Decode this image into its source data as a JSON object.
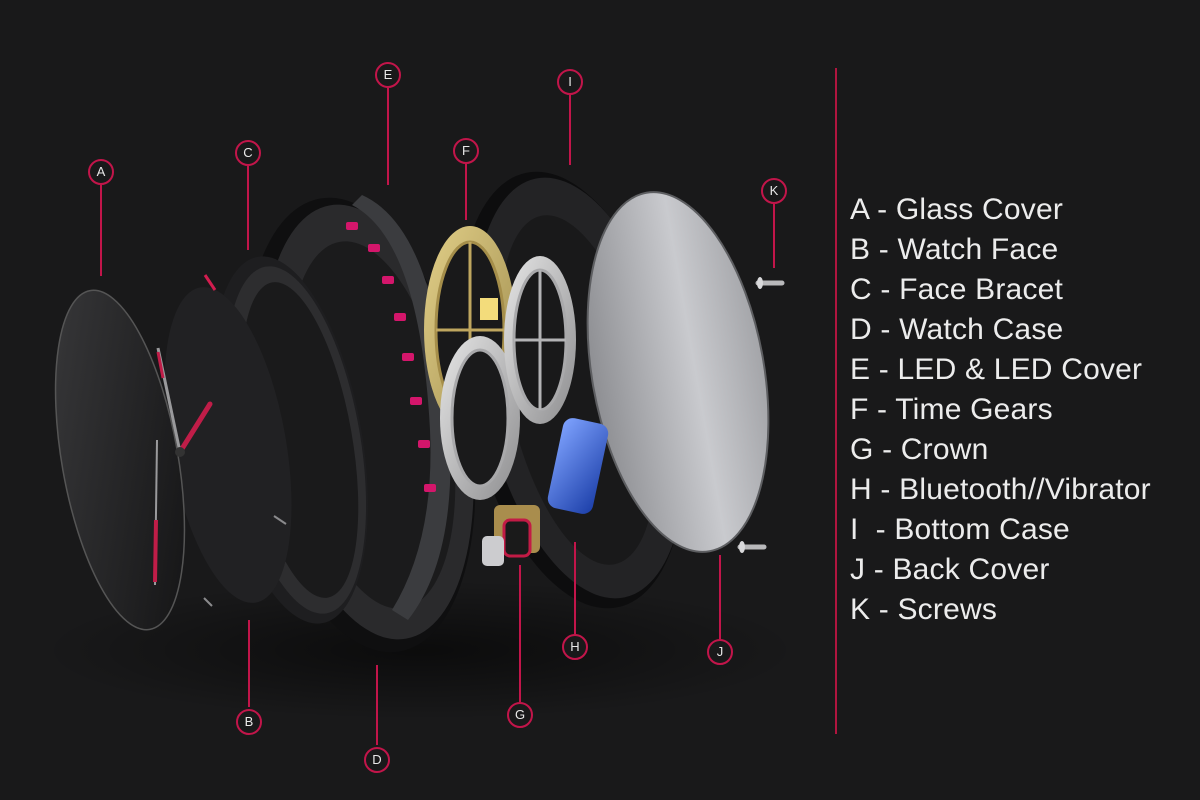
{
  "diagram": {
    "accent_color": "#c2154a",
    "background_color": "#19191a",
    "callouts": [
      {
        "id": "A",
        "label": "A"
      },
      {
        "id": "B",
        "label": "B"
      },
      {
        "id": "C",
        "label": "C"
      },
      {
        "id": "D",
        "label": "D"
      },
      {
        "id": "E",
        "label": "E"
      },
      {
        "id": "F",
        "label": "F"
      },
      {
        "id": "G",
        "label": "G"
      },
      {
        "id": "H",
        "label": "H"
      },
      {
        "id": "I",
        "label": "I"
      },
      {
        "id": "J",
        "label": "J"
      },
      {
        "id": "K",
        "label": "K"
      }
    ],
    "legend": [
      "A - Glass Cover",
      "B - Watch Face",
      "C - Face Bracet",
      "D - Watch Case",
      "E - LED & LED Cover",
      "F - Time Gears",
      "G - Crown",
      "H - Bluetooth//Vibrator",
      "I  - Bottom Case",
      "J - Back Cover",
      "K - Screws"
    ]
  }
}
